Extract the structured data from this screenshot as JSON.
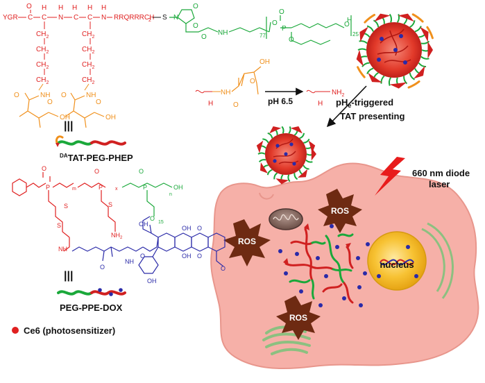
{
  "structure_top": {
    "backbone_left": "YGR",
    "backbone_right": "RRQRRRCH",
    "ch2": "CH",
    "sub2": "2",
    "h2": "H",
    "nh": "NH",
    "n_h": "N",
    "h": "H",
    "s": "S",
    "n": "N",
    "o": "O",
    "oh": "OH",
    "p": "P",
    "index_77": "77",
    "index_25": "25"
  },
  "reaction": {
    "condition": "pH 6.5",
    "nh2": "NH",
    "sub2": "2"
  },
  "labels": {
    "equiv_symbol": "|||",
    "polymer1_prefix": "DA",
    "polymer1_name": "TAT-PEG-PHEP",
    "polymer2_name": "PEG-PPE-DOX",
    "legend_text": "Ce6 (photosensitizer)",
    "trigger_line1": "pH",
    "trigger_sub": "e",
    "trigger_line1_rest": "-triggered",
    "trigger_line2": "TAT presenting",
    "laser_line1": "660 nm diode",
    "laser_line2": "laser",
    "ros": "ROS",
    "nucleus": "nucleus"
  },
  "structure_bottom": {
    "p": "P",
    "o": "O",
    "oh": "OH",
    "s": "S",
    "nh": "NH",
    "nh2": "NH",
    "sub2": "2",
    "ome": "O",
    "index_m": "m",
    "index_n": "n",
    "index_x": "x",
    "index_15": "15"
  },
  "colors": {
    "tat": "#e02020",
    "maleic": "#f0901c",
    "peg": "#1aa83a",
    "dox": "#2a2aa8",
    "cell": "#f6b0a8",
    "cell_edge": "#e8968c",
    "ros_star": "#6e2a12",
    "nucleus": "#f7c233",
    "ce6": "#e02020",
    "laser": "#e81c1c"
  }
}
